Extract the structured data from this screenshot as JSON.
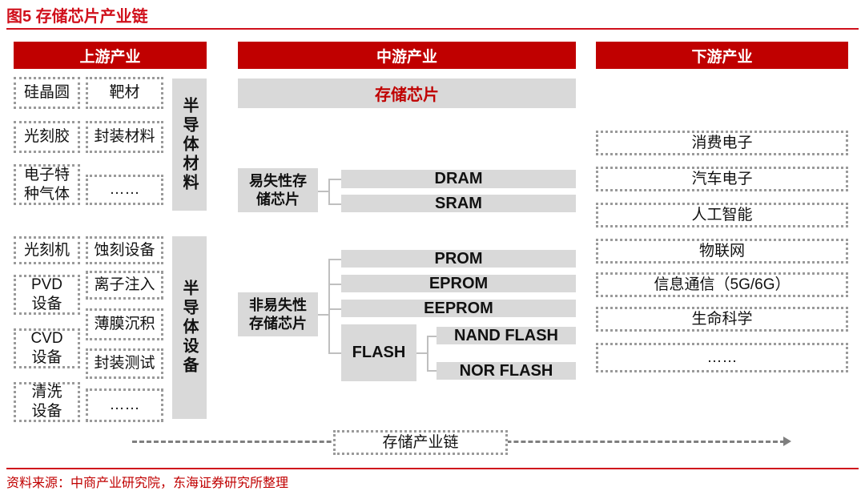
{
  "title": "图5  存储芯片产业链",
  "upstream": {
    "header": "上游产业",
    "materials_label": "半导体材料",
    "materials": [
      "硅晶圆",
      "靶材",
      "光刻胶",
      "封装材料",
      "电子特种气体",
      "……"
    ],
    "equipment_label": "半导体设备",
    "equipment": [
      "光刻机",
      "蚀刻设备",
      "PVD设备",
      "离子注入",
      "薄膜沉积",
      "CVD设备",
      "封装测试",
      "清洗设备",
      "……"
    ]
  },
  "midstream": {
    "header": "中游产业",
    "root": "存储芯片",
    "volatile": {
      "label": "易失性存储芯片",
      "items": [
        "DRAM",
        "SRAM"
      ]
    },
    "nonvolatile": {
      "label": "非易失性存储芯片",
      "items": [
        "PROM",
        "EPROM",
        "EEPROM"
      ],
      "flash": {
        "label": "FLASH",
        "items": [
          "NAND FLASH",
          "NOR FLASH"
        ]
      }
    }
  },
  "downstream": {
    "header": "下游产业",
    "items": [
      "消费电子",
      "汽车电子",
      "人工智能",
      "物联网",
      "信息通信（5G/6G）",
      "生命科学",
      "……"
    ]
  },
  "chain_label": "存储产业链",
  "source": "资料来源：中商产业研究院，东海证券研究所整理"
}
